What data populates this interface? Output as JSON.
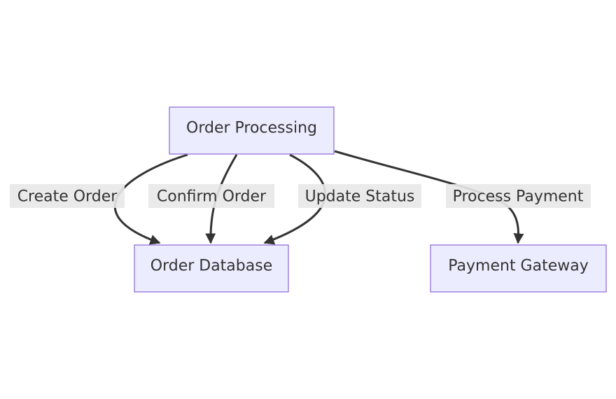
{
  "nodes": {
    "order_processing": "Order Processing",
    "order_database": "Order Database",
    "payment_gateway": "Payment Gateway"
  },
  "edges": {
    "create_order": "Create Order",
    "confirm_order": "Confirm Order",
    "update_status": "Update Status",
    "process_payment": "Process Payment"
  },
  "colors": {
    "node_fill": "#ececff",
    "node_stroke": "#9370db",
    "edge": "#333333",
    "label_bg": "#e8e8e8",
    "text": "#333333"
  }
}
